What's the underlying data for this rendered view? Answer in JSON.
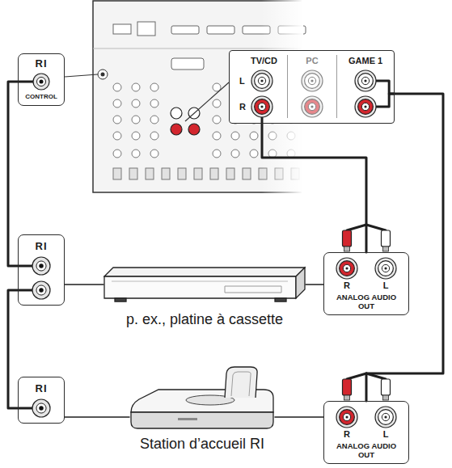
{
  "diagram": {
    "nodes": [
      {
        "text": [
          "RI",
          "CONTROL"
        ]
      },
      {
        "text": [
          "TV/CD",
          "L",
          "R",
          "PC",
          "GAME 1"
        ]
      },
      {
        "text": [
          "RI"
        ]
      },
      {
        "text": [
          "p. ex., platine à cassette"
        ]
      },
      {
        "text": [
          "R",
          "L",
          "ANALOG AUDIO OUT"
        ]
      },
      {
        "text": [
          "RI"
        ]
      },
      {
        "text": [
          "Station d’accueil RI"
        ]
      },
      {
        "text": [
          "R",
          "L",
          "ANALOG AUDIO OUT"
        ]
      }
    ],
    "edges": [
      {
        "from": 0,
        "to": 2,
        "arrow": "none"
      },
      {
        "from": 2,
        "to": 5,
        "arrow": "none"
      },
      {
        "from": 1,
        "to": 4,
        "arrow": "none"
      },
      {
        "from": 1,
        "to": 7,
        "arrow": "none"
      },
      {
        "from": 2,
        "to": 3,
        "arrow": "none"
      },
      {
        "from": 3,
        "to": 4,
        "arrow": "none"
      },
      {
        "from": 5,
        "to": 6,
        "arrow": "none"
      },
      {
        "from": 6,
        "to": 7,
        "arrow": "none"
      }
    ]
  }
}
